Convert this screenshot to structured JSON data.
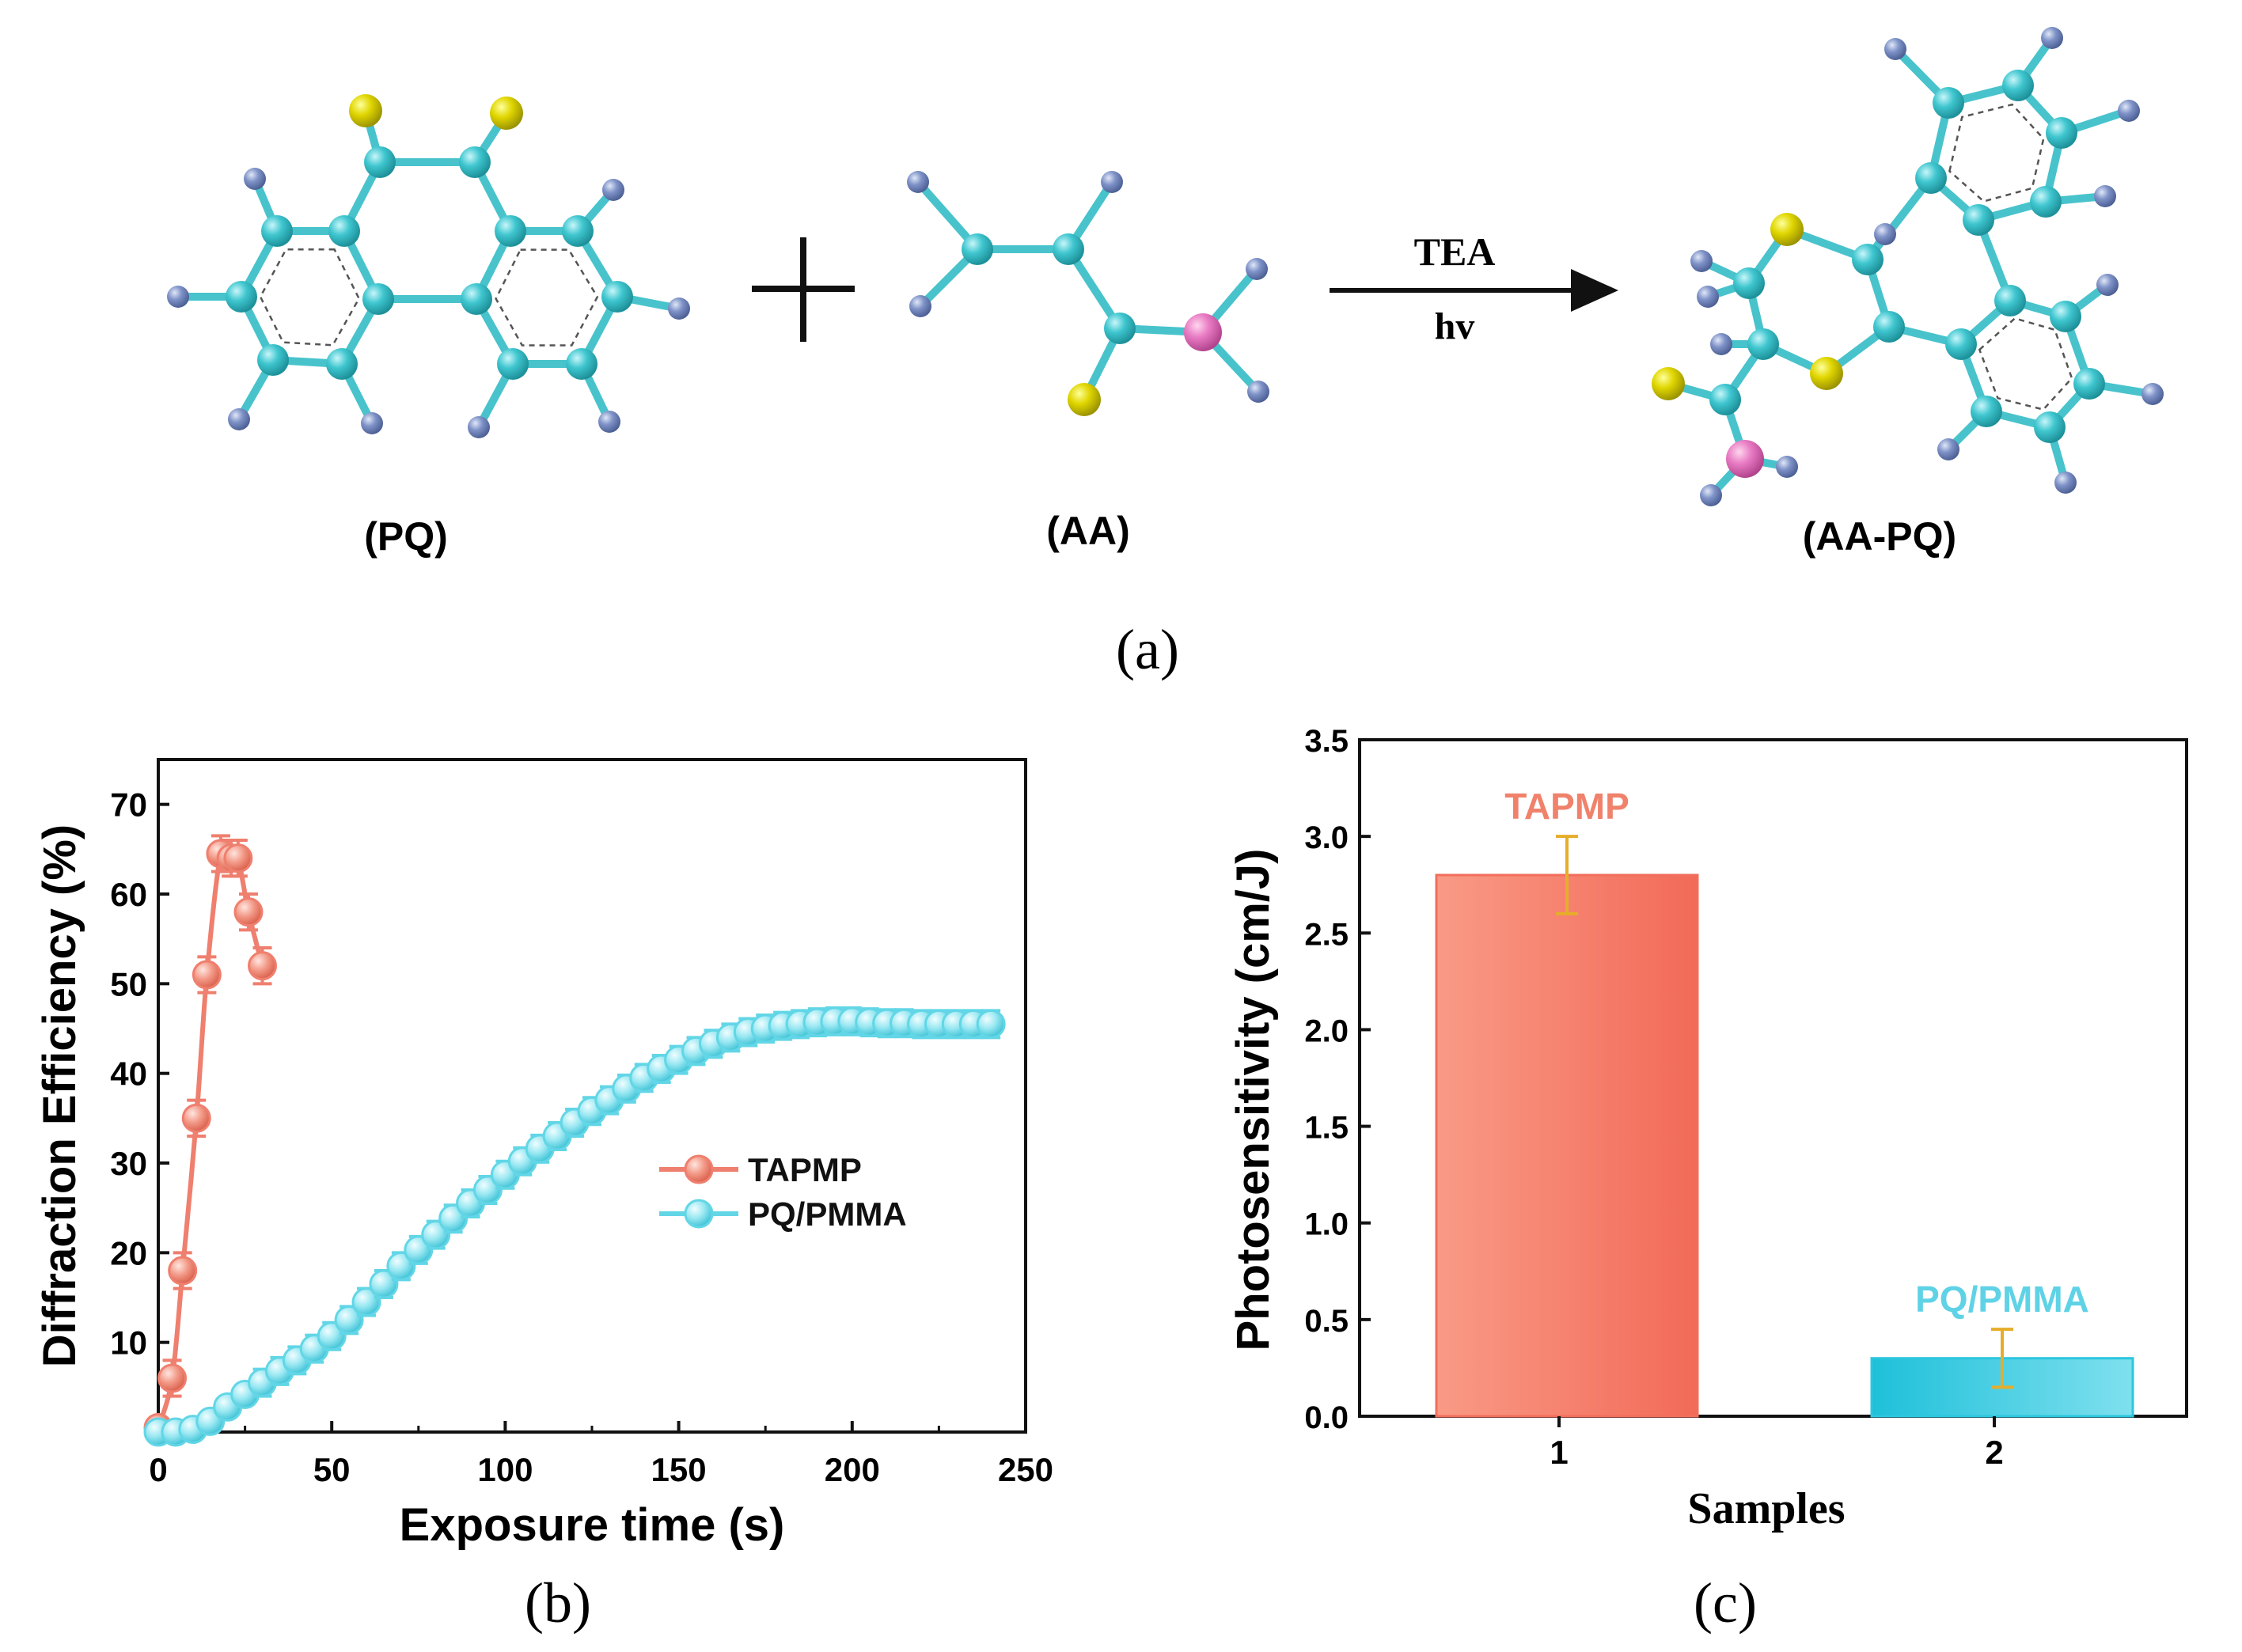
{
  "panel_a": {
    "label": "(a)",
    "molecules": [
      {
        "label": "(PQ)"
      },
      {
        "label": "(AA)"
      },
      {
        "label": "(AA-PQ)"
      }
    ],
    "plus_sign": "+",
    "arrow_above": "TEA",
    "arrow_below": "hv",
    "atom_colors": {
      "carbon": "#3fc6cf",
      "hydrogen": "#7f93c8",
      "oxygen": "#e0d600",
      "nitrogen": "#e87bc3"
    }
  },
  "chart_data": [
    {
      "type": "scatter",
      "panel_label": "(b)",
      "xlabel": "Exposure time (s)",
      "ylabel": "Diffraction Efficiency (%)",
      "xlim": [
        0,
        250
      ],
      "ylim": [
        0,
        75
      ],
      "xticks": [
        0,
        50,
        100,
        150,
        200,
        250
      ],
      "yticks": [
        10,
        20,
        30,
        40,
        50,
        60,
        70
      ],
      "grid": false,
      "legend_position": "center-right",
      "series": [
        {
          "name": "TAPMP",
          "color": "#ef7f6e",
          "x": [
            0,
            4,
            7,
            11,
            14,
            18,
            21,
            23,
            26,
            30
          ],
          "y": [
            0.5,
            6,
            18,
            35,
            51,
            64.5,
            64,
            64,
            58,
            52
          ],
          "err": [
            1,
            2,
            2,
            2,
            2,
            2,
            2,
            2,
            2,
            2
          ]
        },
        {
          "name": "PQ/PMMA",
          "color": "#62d6e6",
          "x": [
            0,
            5,
            10,
            15,
            20,
            25,
            30,
            35,
            40,
            45,
            50,
            55,
            60,
            65,
            70,
            75,
            80,
            85,
            90,
            95,
            100,
            105,
            110,
            115,
            120,
            125,
            130,
            135,
            140,
            145,
            150,
            155,
            160,
            165,
            170,
            175,
            180,
            185,
            190,
            195,
            200,
            205,
            210,
            215,
            220,
            225,
            230,
            235,
            240
          ],
          "y": [
            0,
            0,
            0.3,
            1.2,
            2.8,
            4.2,
            5.5,
            6.8,
            8,
            9.3,
            10.7,
            12.5,
            14.5,
            16.5,
            18.5,
            20.3,
            22,
            23.8,
            25.5,
            27,
            28.7,
            30.2,
            31.6,
            33,
            34.5,
            35.8,
            37,
            38.3,
            39.5,
            40.5,
            41.5,
            42.5,
            43.3,
            44,
            44.6,
            45,
            45.3,
            45.5,
            45.7,
            45.8,
            45.8,
            45.7,
            45.6,
            45.6,
            45.5,
            45.5,
            45.5,
            45.5,
            45.5
          ],
          "err": [
            0.5,
            0.5,
            1,
            1,
            1,
            1,
            1.5,
            1.5,
            1.5,
            1.5,
            1.5,
            1.5,
            1.5,
            1.5,
            1.5,
            1.5,
            1.5,
            1.5,
            1.5,
            1.5,
            1.5,
            1.5,
            1.5,
            1.5,
            1.5,
            1.5,
            1.5,
            1.5,
            1.5,
            1.5,
            1.5,
            1.5,
            1.5,
            1.5,
            1.5,
            1.5,
            1.5,
            1.5,
            1.5,
            1.5,
            1.5,
            1.5,
            1.5,
            1.5,
            1.5,
            1.5,
            1.5,
            1.5,
            1.5
          ]
        }
      ]
    },
    {
      "type": "bar",
      "panel_label": "(c)",
      "xlabel": "Samples",
      "ylabel": "Photosensitivity (cm/J)",
      "categories": [
        "1",
        "2"
      ],
      "values": [
        2.8,
        0.3
      ],
      "errors": [
        0.2,
        0.15
      ],
      "bar_labels": [
        "TAPMP",
        "PQ/PMMA"
      ],
      "bar_colors": [
        "#f26e5c",
        "#2cc6de"
      ],
      "label_colors": [
        "#f0826c",
        "#5fd2e6"
      ],
      "error_color": "#e6ad2a",
      "ylim": [
        0,
        3.5
      ],
      "yticks": [
        "0.0",
        "0.5",
        "1.0",
        "1.5",
        "2.0",
        "2.5",
        "3.0",
        "3.5"
      ],
      "grid": false
    }
  ]
}
